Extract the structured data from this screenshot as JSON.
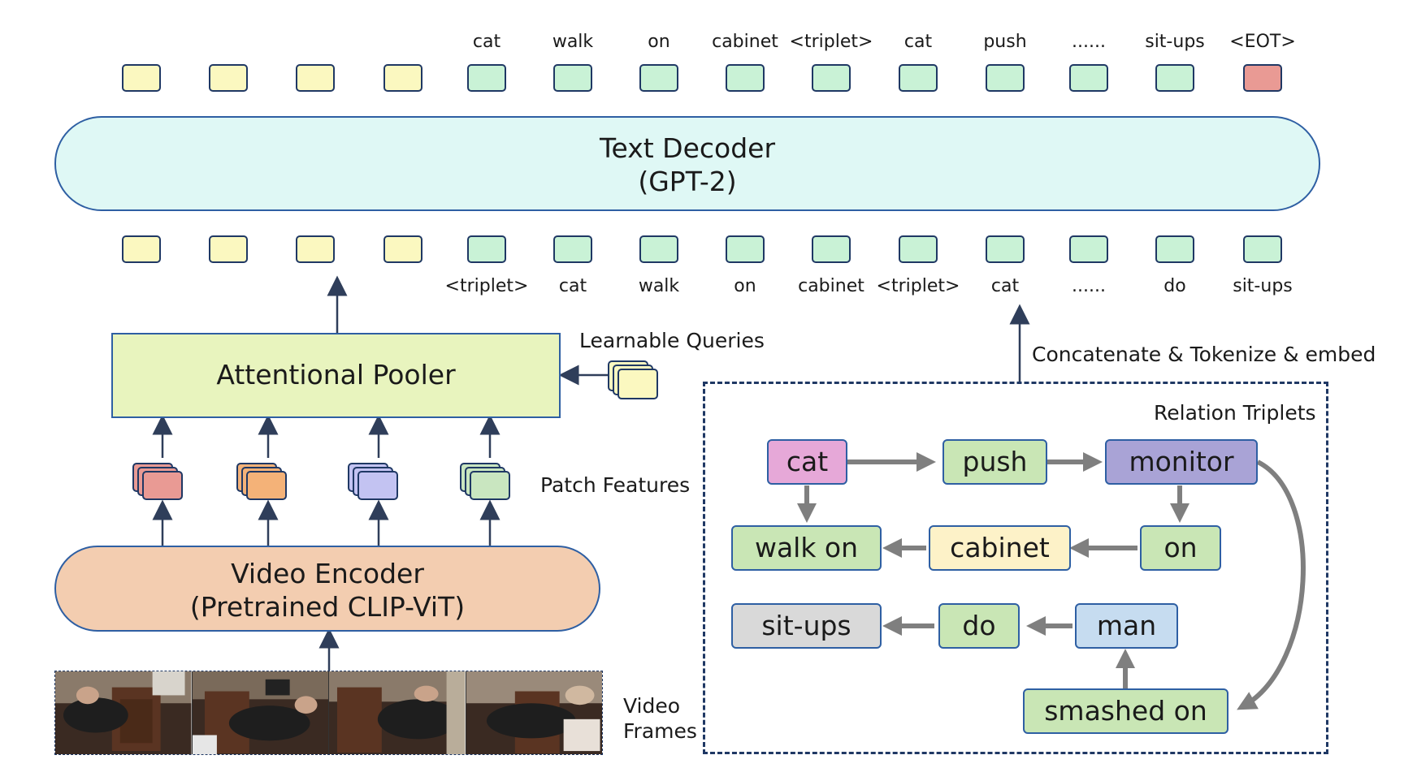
{
  "output_tokens": [
    {
      "label": "",
      "color": "yellow"
    },
    {
      "label": "",
      "color": "yellow"
    },
    {
      "label": "",
      "color": "yellow"
    },
    {
      "label": "",
      "color": "yellow"
    },
    {
      "label": "cat",
      "color": "green"
    },
    {
      "label": "walk",
      "color": "green"
    },
    {
      "label": "on",
      "color": "green"
    },
    {
      "label": "cabinet",
      "color": "green"
    },
    {
      "label": "<triplet>",
      "color": "green"
    },
    {
      "label": "cat",
      "color": "green"
    },
    {
      "label": "push",
      "color": "green"
    },
    {
      "label": "......",
      "color": "green"
    },
    {
      "label": "sit-ups",
      "color": "green"
    },
    {
      "label": "<EOT>",
      "color": "red"
    }
  ],
  "input_tokens": [
    {
      "label": "",
      "color": "yellow"
    },
    {
      "label": "",
      "color": "yellow"
    },
    {
      "label": "",
      "color": "yellow"
    },
    {
      "label": "",
      "color": "yellow"
    },
    {
      "label": "<triplet>",
      "color": "green"
    },
    {
      "label": "cat",
      "color": "green"
    },
    {
      "label": "walk",
      "color": "green"
    },
    {
      "label": "on",
      "color": "green"
    },
    {
      "label": "cabinet",
      "color": "green"
    },
    {
      "label": "<triplet>",
      "color": "green"
    },
    {
      "label": "cat",
      "color": "green"
    },
    {
      "label": "......",
      "color": "green"
    },
    {
      "label": "do",
      "color": "green"
    },
    {
      "label": "sit-ups",
      "color": "green"
    }
  ],
  "decoder": {
    "line1": "Text Decoder",
    "line2": "(GPT-2)"
  },
  "pooler": {
    "label": "Attentional Pooler"
  },
  "learnable_queries": {
    "label": "Learnable Queries"
  },
  "patch_features": {
    "label": "Patch Features",
    "colors": [
      "#e99a94",
      "#f4b278",
      "#c3c3f2",
      "#c9e6c0"
    ]
  },
  "encoder": {
    "line1": "Video Encoder",
    "line2": "(Pretrained CLIP-ViT)"
  },
  "video_frames": {
    "line1": "Video",
    "line2": "Frames"
  },
  "concat_label": "Concatenate & Tokenize & embed",
  "relation_triplets": {
    "title": "Relation Triplets",
    "nodes": {
      "cat": {
        "label": "cat",
        "color": "#e6a8d8"
      },
      "push": {
        "label": "push",
        "color": "#c9e6b5"
      },
      "monitor": {
        "label": "monitor",
        "color": "#a9a3d6"
      },
      "walk_on": {
        "label": "walk on",
        "color": "#c9e6b5"
      },
      "cabinet": {
        "label": "cabinet",
        "color": "#fdf2c8"
      },
      "on": {
        "label": "on",
        "color": "#c9e6b5"
      },
      "sit_ups": {
        "label": "sit-ups",
        "color": "#d9d9d9"
      },
      "do": {
        "label": "do",
        "color": "#c9e6b5"
      },
      "man": {
        "label": "man",
        "color": "#c6dcf0"
      },
      "smashed_on": {
        "label": "smashed on",
        "color": "#c9e6b5"
      }
    }
  },
  "colors": {
    "token_yellow": "#fbf8c0",
    "token_green": "#c9f2d6",
    "token_red": "#e99a94",
    "outline": "#1f3864",
    "arrow_dark": "#2f3e5a",
    "arrow_gray": "#7f7f7f"
  }
}
